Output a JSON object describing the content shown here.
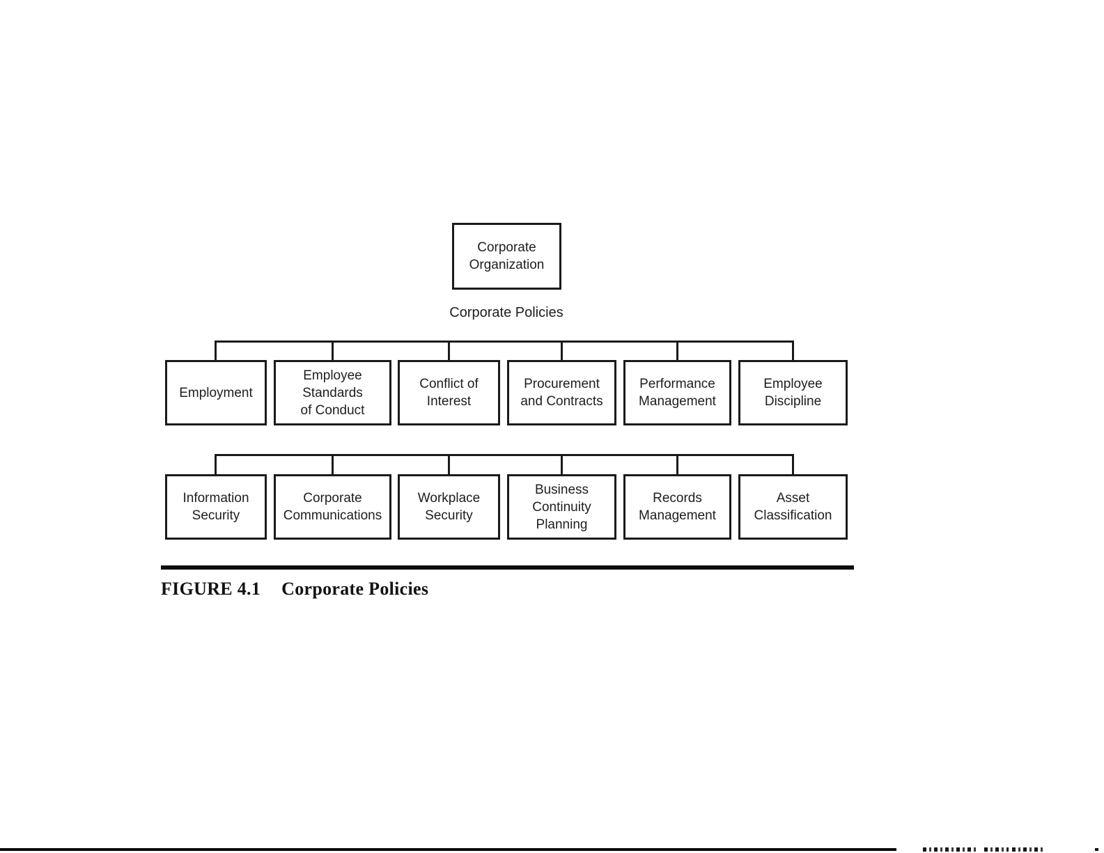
{
  "page": {
    "background": "#ffffff",
    "line_color": "#1a1a1a",
    "text_color": "#1e1e1e"
  },
  "diagram": {
    "root_label": "Corporate\nOrganization",
    "group_label": "Corporate Policies",
    "row1": [
      {
        "label": "Employment"
      },
      {
        "label": "Employee\nStandards\nof Conduct"
      },
      {
        "label": "Conflict of\nInterest"
      },
      {
        "label": "Procurement\nand Contracts"
      },
      {
        "label": "Performance\nManagement"
      },
      {
        "label": "Employee\nDiscipline"
      }
    ],
    "row2": [
      {
        "label": "Information\nSecurity"
      },
      {
        "label": "Corporate\nCommunications"
      },
      {
        "label": "Workplace\nSecurity"
      },
      {
        "label": "Business\nContinuity\nPlanning"
      },
      {
        "label": "Records\nManagement"
      },
      {
        "label": "Asset\nClassification"
      }
    ]
  },
  "caption": {
    "label": "FIGURE 4.1",
    "title": "Corporate Policies"
  }
}
